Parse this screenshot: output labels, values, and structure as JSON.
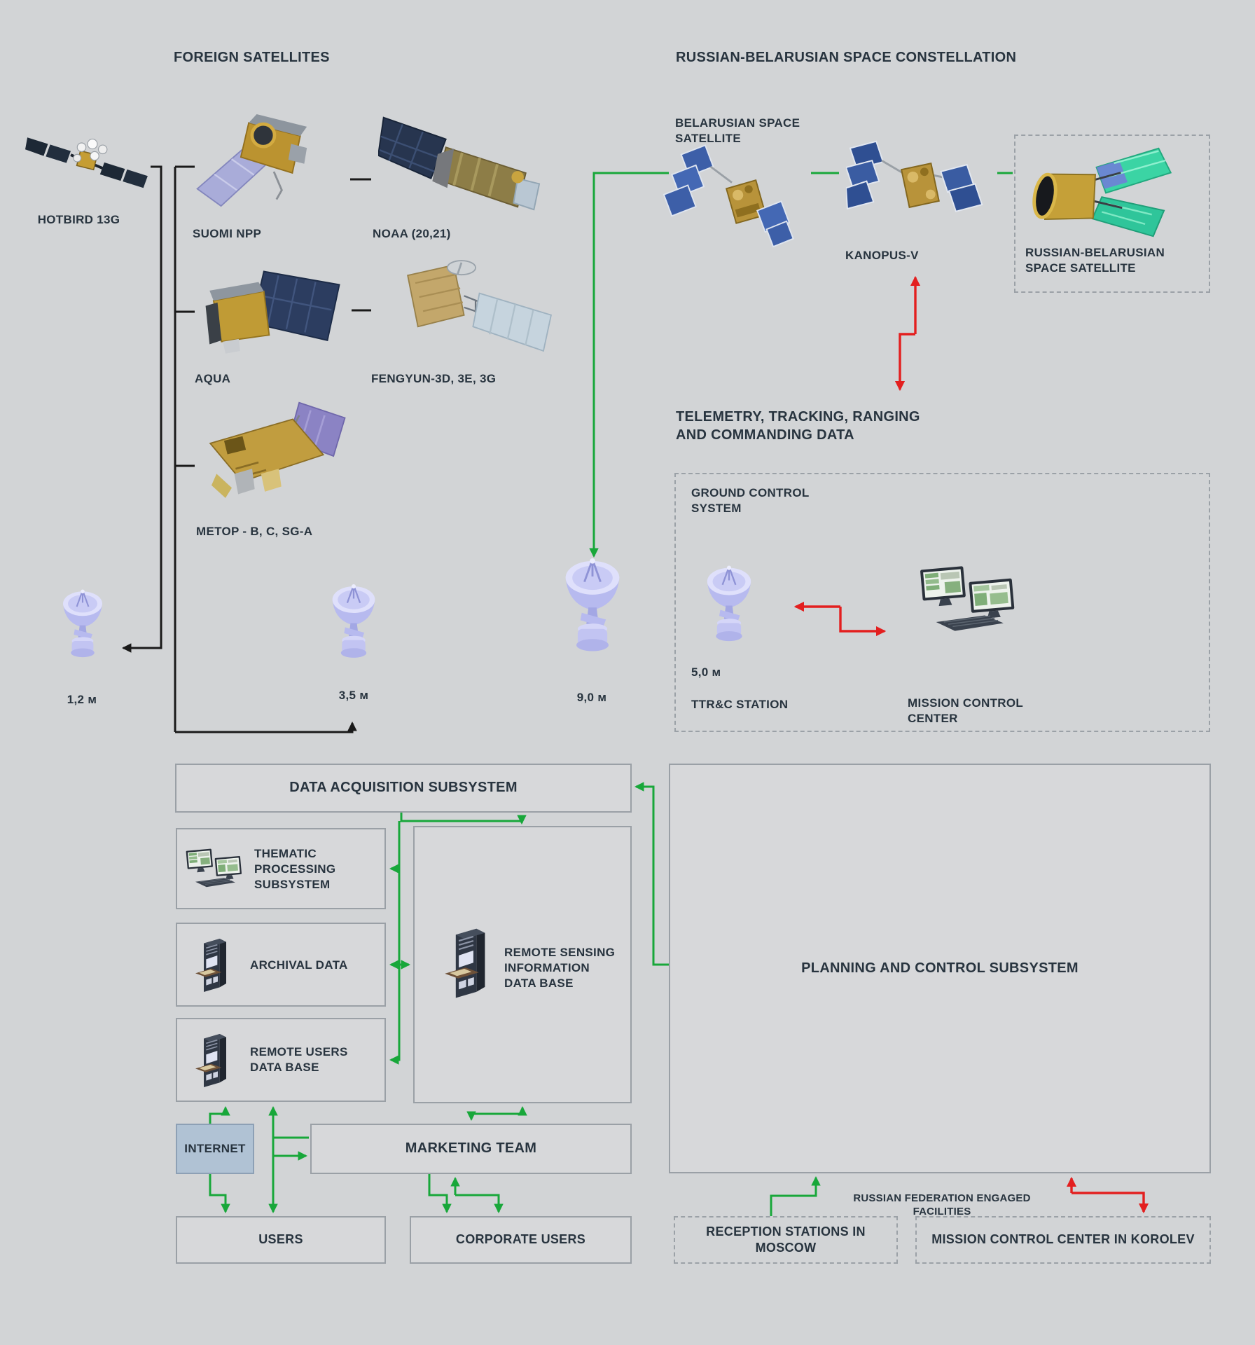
{
  "foreign": {
    "title": "FOREIGN SATELLITES",
    "satellites": [
      {
        "name": "hotbird",
        "label": "HOTBIRD 13G"
      },
      {
        "name": "suomi-npp",
        "label": "SUOMI NPP"
      },
      {
        "name": "noaa",
        "label": "NOAA (20,21)"
      },
      {
        "name": "aqua",
        "label": "AQUA"
      },
      {
        "name": "fengyun",
        "label": "FENGYUN-3D, 3E, 3G"
      },
      {
        "name": "metop",
        "label": "METOP - B, C, SG-A"
      }
    ],
    "antennas": [
      {
        "name": "antenna-1-2m",
        "size": "1,2 м"
      },
      {
        "name": "antenna-3-5m",
        "size": "3,5 м"
      },
      {
        "name": "antenna-9-0m",
        "size": "9,0 м"
      }
    ]
  },
  "constellation": {
    "title": "RUSSIAN-BELARUSIAN SPACE CONSTELLATION",
    "satellites": [
      {
        "name": "belarusian-space-satellite",
        "label": "BELARUSIAN SPACE SATELLITE"
      },
      {
        "name": "kanopus-v",
        "label": "KANOPUS-V"
      },
      {
        "name": "russian-belarusian-space-satellite",
        "label": "RUSSIAN-BELARUSIAN SPACE SATELLITE"
      }
    ],
    "telemetry_caption": "TELEMETRY, TRACKING, RANGING AND COMMANDING DATA"
  },
  "ground_control": {
    "title": "GROUND CONTROL SYSTEM",
    "antenna_size": "5,0 м",
    "station_label": "TTR&C STATION",
    "mcc_label": "MISSION CONTROL CENTER"
  },
  "data_segment": {
    "das": "DATA ACQUISITION SUBSYSTEM",
    "thematic": "THEMATIC PROCESSING SUBSYSTEM",
    "archival": "ARCHIVAL DATA",
    "remote_users": "REMOTE USERS DATA BASE",
    "rsidb": "REMOTE SENSING INFORMATION DATA BASE",
    "internet": "INTERNET",
    "marketing": "MARKETING TEAM",
    "users": "USERS",
    "corporate": "CORPORATE USERS"
  },
  "planning": {
    "title": "PLANNING AND CONTROL SUBSYSTEM",
    "facilities_caption": "RUSSIAN FEDERATION ENGAGED FACILITIES",
    "reception": "RECEPTION STATIONS IN MOSCOW",
    "korolev": "MISSION CONTROL CENTER IN KOROLEV"
  },
  "icons": {
    "satellite-dish-icon": "parabolic ground antenna",
    "server-terminal-icon": "database server kiosk",
    "dual-monitors-icon": "control-room computers",
    "satellite-icon": "spacecraft with solar panels"
  },
  "colors": {
    "background": "#d2d4d6",
    "box_fill": "#d7d8da",
    "box_border": "#9aa0a6",
    "text": "#28343f",
    "green_arrow": "#18a73a",
    "red_arrow": "#e31f1f",
    "black_arrow": "#1a1a1a",
    "internet_fill": "#b0c2d4"
  }
}
